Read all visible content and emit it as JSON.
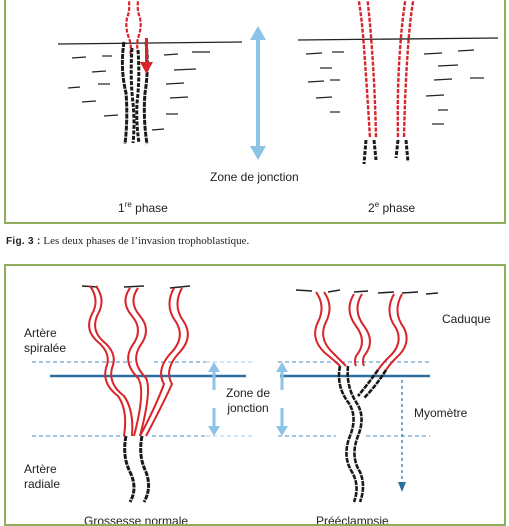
{
  "figure3": {
    "zone_label": "Zone de jonction",
    "phase1_num": "1",
    "phase1_sup": "re",
    "phase1_word": "phase",
    "phase2_num": "2",
    "phase2_sup": "e",
    "phase2_word": "phase"
  },
  "caption": {
    "fig_label": "Fig. 3 :",
    "text": "Les deux phases de l’invasion trophoblastique."
  },
  "figure4": {
    "artere_spiralee": [
      "Artère",
      "spiralée"
    ],
    "artere_radiale": [
      "Artère",
      "radiale"
    ],
    "zone_jonction": [
      "Zone de",
      "jonction"
    ],
    "caduque": "Caduque",
    "myometre": "Myomètre",
    "bottom_left": "Grossesse normale",
    "bottom_right": "Prééclampsie"
  },
  "colors": {
    "frame": "#8fae5c",
    "artery_red": "#d8242b",
    "artery_black": "#1a1a1a",
    "arrow_blue": "#8cc3e6",
    "line_blue": "#2a6fa0"
  }
}
